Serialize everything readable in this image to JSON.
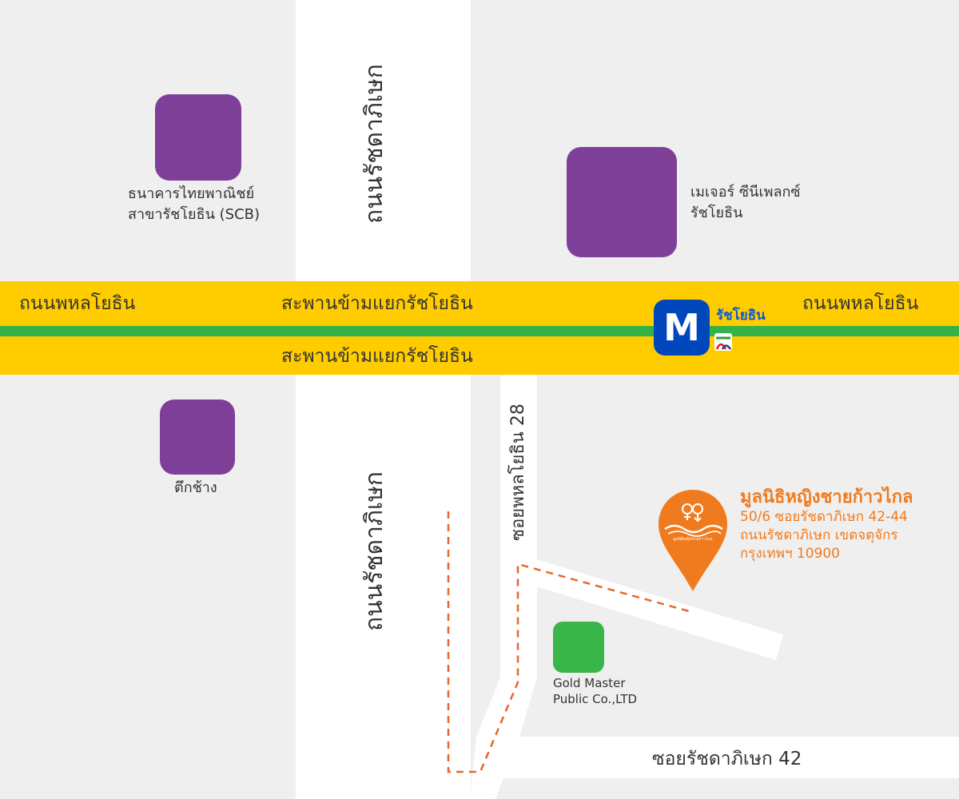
{
  "colors": {
    "background": "#efefef",
    "road_white": "#ffffff",
    "road_yellow": "#ffcc00",
    "green_line": "#33b24a",
    "building_purple": "#7e3f98",
    "building_green": "#3ab54a",
    "pin_orange": "#f07b1e",
    "mrt_blue": "#0047bb",
    "route_dashed": "#e8662c"
  },
  "roads": {
    "ratchada_upper": "ถนนรัชดาภิเษก",
    "ratchada_lower": "ถนนรัชดาภิเษก",
    "phahon_left": "ถนนพหลโยธิน",
    "phahon_right": "ถนนพหลโยธิน",
    "bridge_upper": "สะพานข้ามแยกรัชโยธิน",
    "bridge_lower": "สะพานข้ามแยกรัชโยธิน",
    "soi_phahon_28": "ซอยพหลโยธิน 28",
    "soi_ratchada_42": "ซอยรัชดาภิเษก 42"
  },
  "places": {
    "scb": {
      "line1": "ธนาคารไทยพาณิชย์",
      "line2": "สาขารัชโยธิน (SCB)"
    },
    "major": {
      "line1": "เมเจอร์ ซีนีเพลกซ์",
      "line2": "รัชโยธิน"
    },
    "tuk_chang": {
      "line1": "ตึกช้าง"
    },
    "gold_master": {
      "line1": "Gold Master",
      "line2": "Public Co.,LTD"
    }
  },
  "station": {
    "icon_letter": "M",
    "name": "รัชโยธิน",
    "icon": "mrt-m-icon",
    "bts_icon": "bts-logo-icon"
  },
  "destination": {
    "name": "มูลนิธิหญิงชายก้าวไกล",
    "address_line1": "50/6 ซอยรัชดาภิเษก 42-44",
    "address_line2": "ถนนรัชดาภิเษก เขตจตุจักร",
    "address_line3": "กรุงเทพฯ 10900",
    "pin_icon": "location-pin-icon",
    "logo_text": "มูลนิธิหญิงชายก้าวไกล"
  }
}
